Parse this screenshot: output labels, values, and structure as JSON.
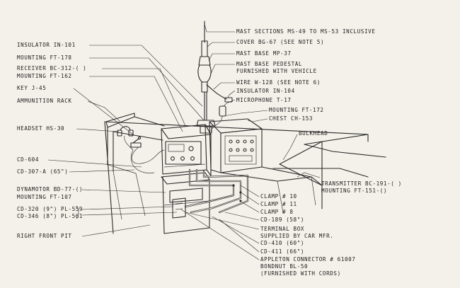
{
  "labels": {
    "mast_sections": "MAST SECTIONS MS-49 TO MS-53 INCLUSIVE",
    "cover": "COVER BG-67 (SEE NOTE 5)",
    "mast_base": "MAST BASE MP-37",
    "pedestal_1": "MAST BASE PEDESTAL",
    "pedestal_2": "FURNISHED WITH VEHICLE",
    "wire": "WIRE W-128 (SEE NOTE 6)",
    "insulator_104": "INSULATOR IN-104",
    "microphone": "MICROPHONE T-17",
    "mounting_172": "MOUNTING FT-172",
    "chest": "CHEST CH-153",
    "bulkhead": "BULKHEAD",
    "insulator_101": "INSULATOR IN-101",
    "mounting_178": "MOUNTING FT-178",
    "receiver": "RECEIVER BC-312-( )",
    "mounting_162": "MOUNTING FT-162",
    "key": "KEY J-45",
    "ammo_rack": "AMMUNITION RACK",
    "headset": "HEADSET HS-30",
    "cd604": "CD-604",
    "cd307": "CD-307-A (65\")",
    "dynamotor": "DYNAMOTOR BD-77-()",
    "mounting_107": "MOUNTING FT-107",
    "cd320": "CD-320 (9\") PL-559",
    "cd346": "CD-346 (8\") PL-561",
    "front_pit": "RIGHT FRONT PIT",
    "transmitter": "TRANSMITTER BC-191-( )",
    "mounting_151": "MOUNTING FT-151-()",
    "clamp10": "CLAMP # 10",
    "clamp11": "CLAMP # 11",
    "clamp8": "CLAMP # 8",
    "cd189": "CD-189 (58\")",
    "terminal_1": "TERMINAL BOX",
    "terminal_2": "SUPPLIED BY CAR MFR.",
    "cd410": "CD-410 (60\")",
    "cd411": "CD-411 (66\")",
    "appleton_1": "APPLETON CONNECTOR # 61007",
    "appleton_2": "BONDNUT BL-50",
    "appleton_3": "(FURNISHED WITH CORDS)"
  }
}
